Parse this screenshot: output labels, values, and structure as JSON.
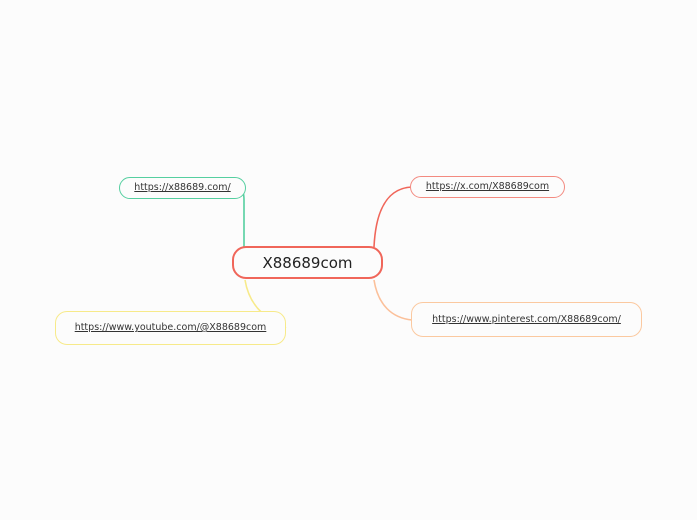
{
  "root": {
    "label": "X88689com",
    "color": "#f0665a"
  },
  "children": [
    {
      "label": "https://x88689.com/",
      "color": "#55cfa0"
    },
    {
      "label": "https://x.com/X88689com",
      "color": "#f0665a"
    },
    {
      "label": "https://www.youtube.com/@X88689com",
      "color": "#f7e680"
    },
    {
      "label": "https://www.pinterest.com/X88689com/",
      "color": "#fbb98a"
    }
  ]
}
